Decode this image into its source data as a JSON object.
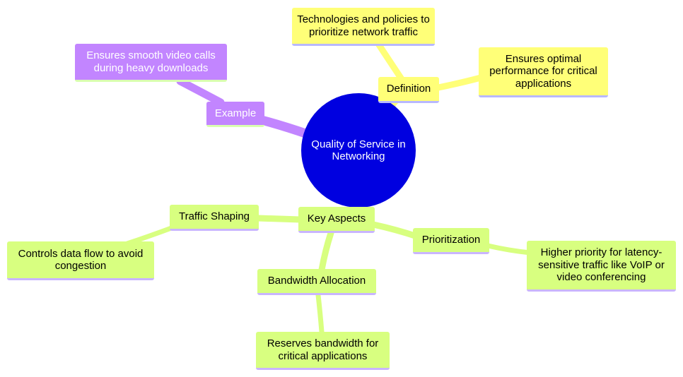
{
  "root": {
    "label": "Quality of Service in Networking"
  },
  "branches": {
    "definition": {
      "label": "Definition",
      "children": [
        "Technologies and policies to prioritize network traffic",
        "Ensures optimal performance for critical applications"
      ]
    },
    "example": {
      "label": "Example",
      "children": [
        "Ensures smooth video calls during heavy downloads"
      ]
    },
    "key_aspects": {
      "label": "Key Aspects",
      "children": [
        {
          "label": "Traffic Shaping",
          "detail": "Controls data flow to avoid congestion"
        },
        {
          "label": "Bandwidth Allocation",
          "detail": "Reserves bandwidth for critical applications"
        },
        {
          "label": "Prioritization",
          "detail": "Higher priority for latency-sensitive traffic like VoIP or video conferencing"
        }
      ]
    }
  },
  "colors": {
    "root": "#0000e0",
    "definition": "#ffff78",
    "example": "#c285ff",
    "key_aspects": "#d8ff80"
  }
}
